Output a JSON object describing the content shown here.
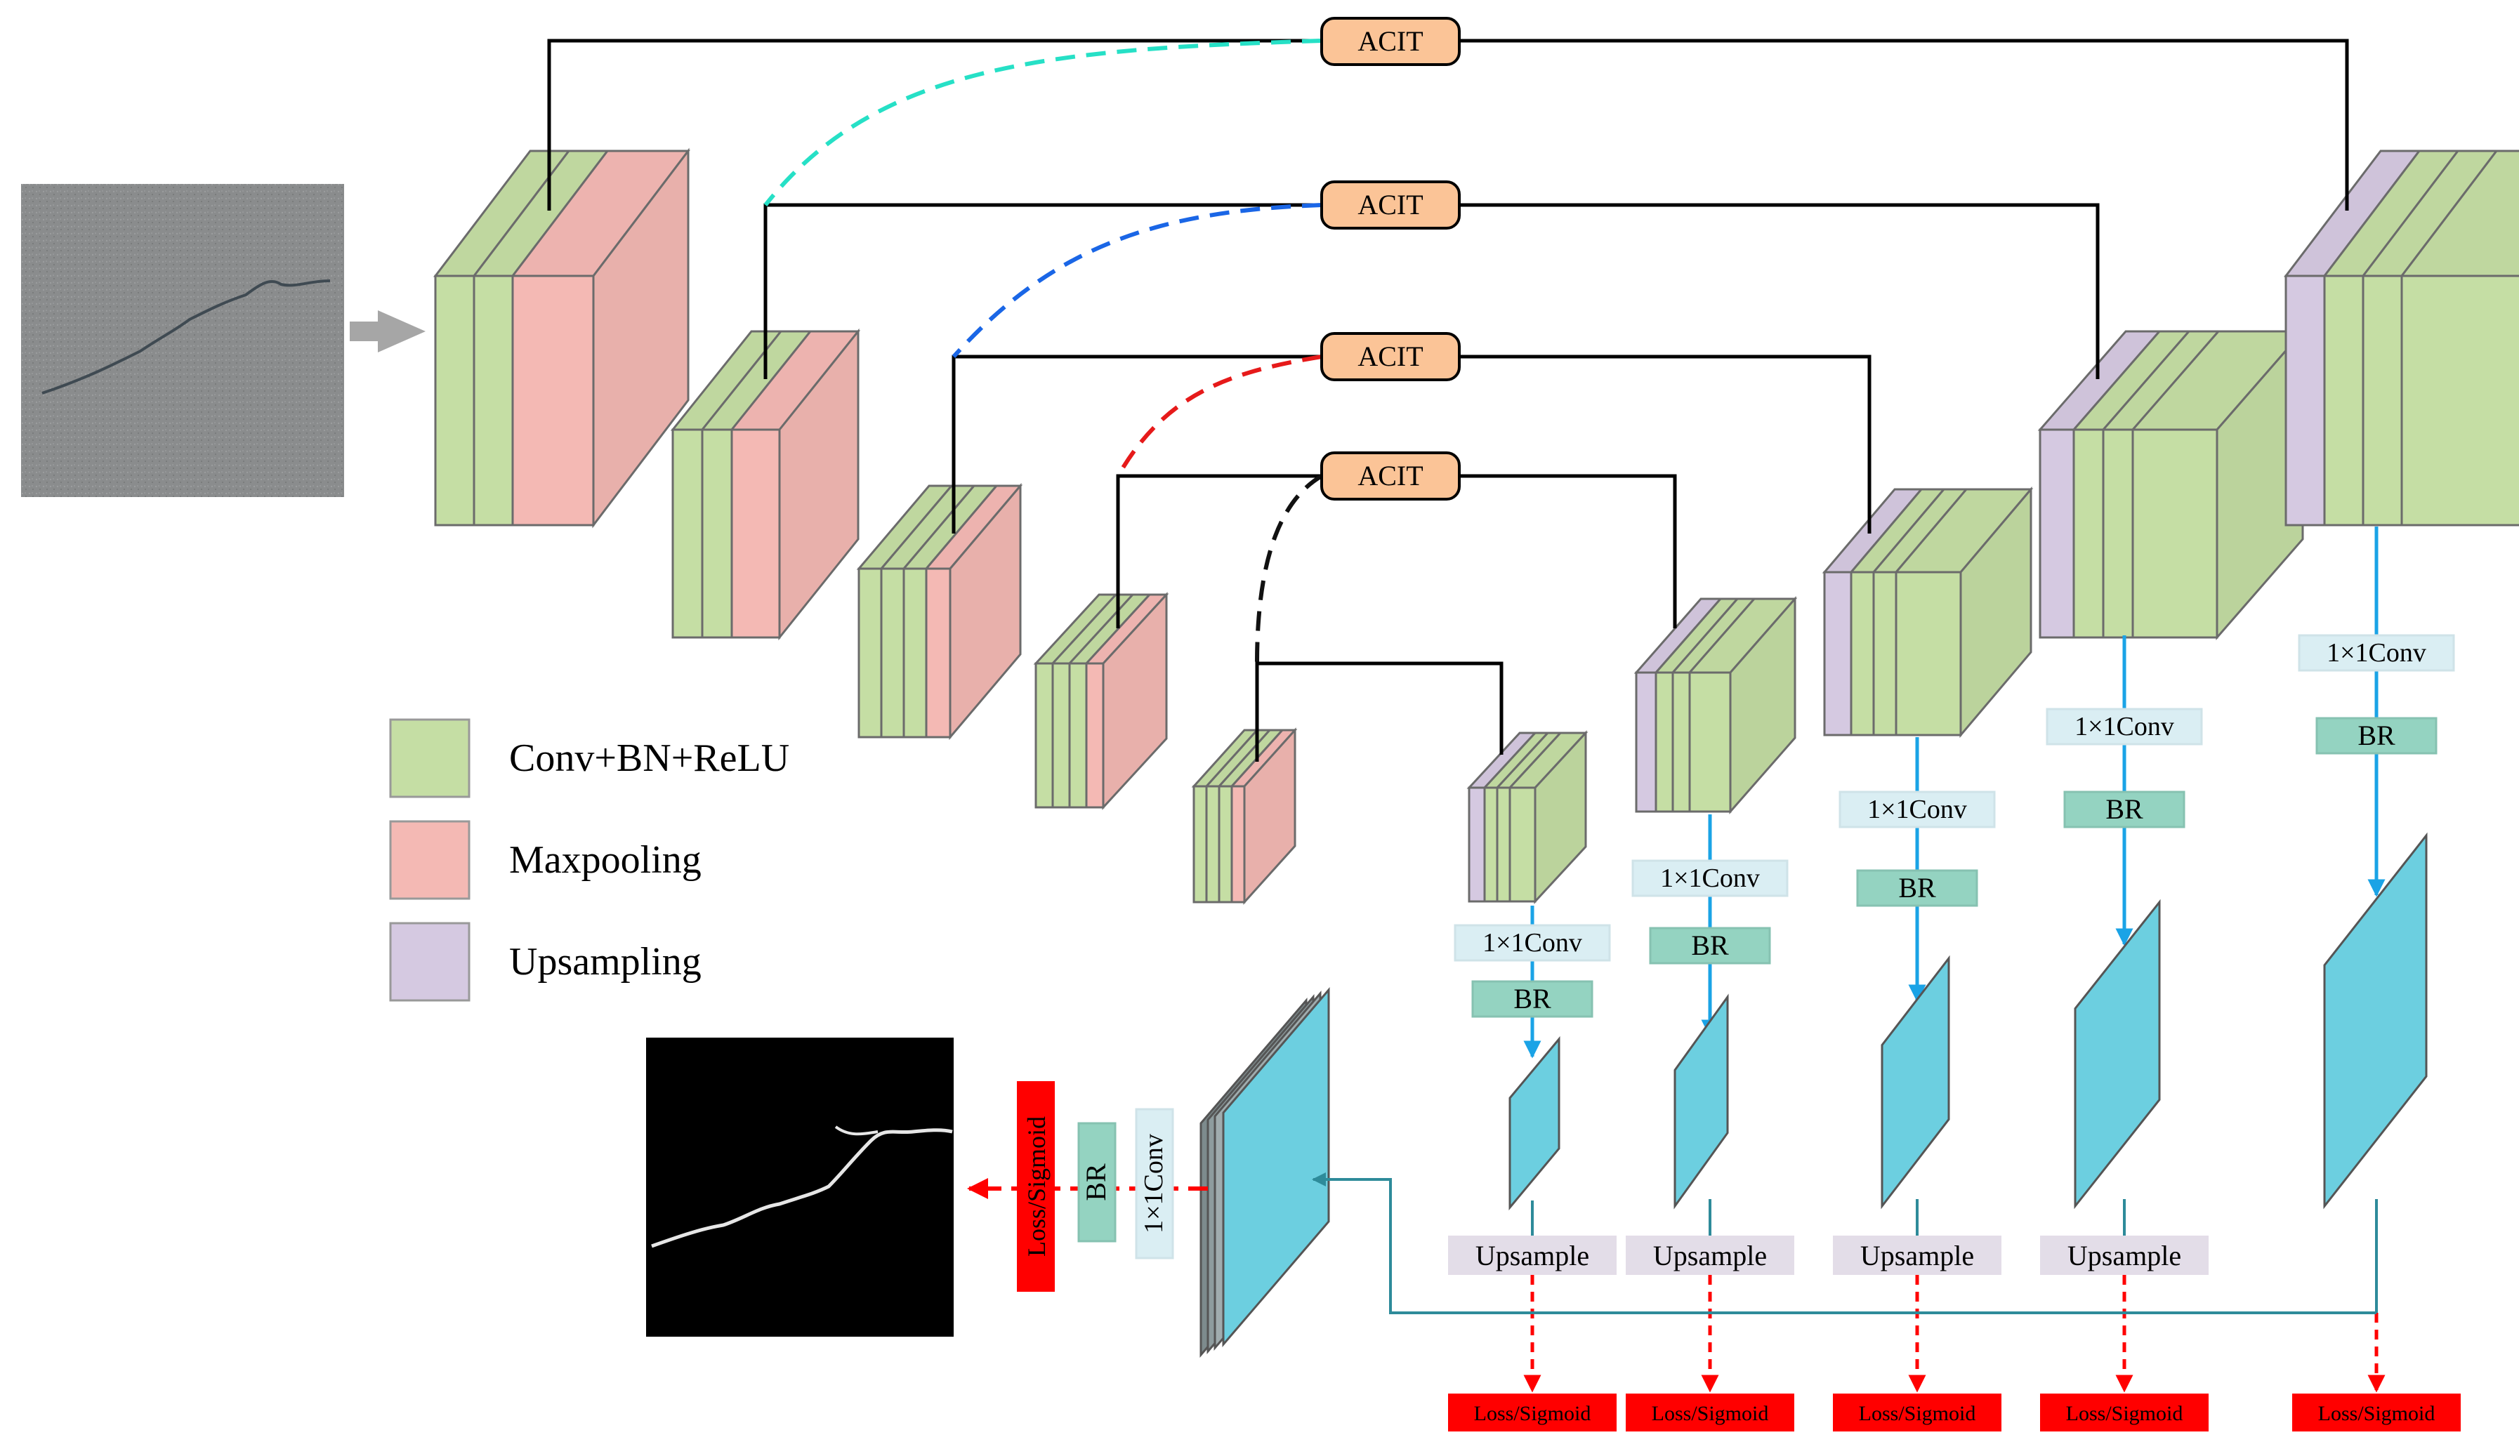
{
  "colors": {
    "conv": "#c5dea4",
    "pool": "#f4b9b4",
    "up": "#d5c9e1",
    "acit": "#fbc497",
    "conv1x1": "#daeef3",
    "br": "#94d3c1",
    "upsample": "#e3dde8",
    "loss": "#ff0000",
    "feature": "#6ccfe0",
    "arrow_blue": "#1aa3e6",
    "line_teal": "#2e8b9a"
  },
  "acit_labels": [
    "ACIT",
    "ACIT",
    "ACIT",
    "ACIT"
  ],
  "legend": [
    {
      "label": "Conv+BN+ReLU",
      "color_key": "conv"
    },
    {
      "label": "Maxpooling",
      "color_key": "pool"
    },
    {
      "label": "Upsampling",
      "color_key": "up"
    }
  ],
  "decoder_heads": [
    {
      "conv_label": "1×1Conv",
      "br_label": "BR",
      "upsample_label": "Upsample",
      "loss_label": "Loss/Sigmoid"
    },
    {
      "conv_label": "1×1Conv",
      "br_label": "BR",
      "upsample_label": "Upsample",
      "loss_label": "Loss/Sigmoid"
    },
    {
      "conv_label": "1×1Conv",
      "br_label": "BR",
      "upsample_label": "Upsample",
      "loss_label": "Loss/Sigmoid"
    },
    {
      "conv_label": "1×1Conv",
      "br_label": "BR",
      "upsample_label": "Upsample",
      "loss_label": "Loss/Sigmoid"
    },
    {
      "conv_label": "1×1Conv",
      "br_label": "BR",
      "upsample_label": "",
      "loss_label": "Loss/Sigmoid"
    }
  ],
  "fusion": {
    "conv_label": "1×1Conv",
    "br_label": "BR",
    "loss_label": "Loss/Sigmoid"
  },
  "images": {
    "input": "input-crack-photo",
    "output": "output-crack-mask"
  }
}
